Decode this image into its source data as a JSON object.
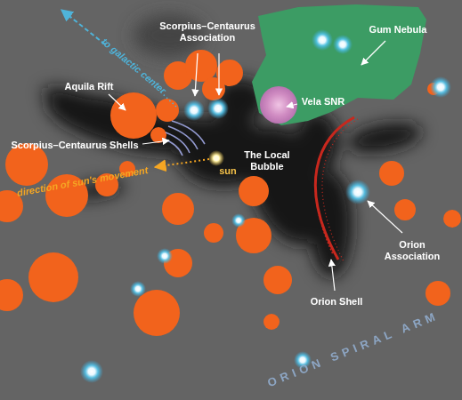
{
  "diagram": {
    "labels": [
      "to galactic center",
      "Scorpius–Centaurus Association",
      "Gum Nebula",
      "Aquila Rift",
      "Vela SNR",
      "Scorpius–Centaurus Shells",
      "The Local Bubble",
      "direction of sun's movement",
      "sun",
      "Orion Association",
      "Orion Shell",
      "ORION SPIRAL ARM"
    ]
  }
}
